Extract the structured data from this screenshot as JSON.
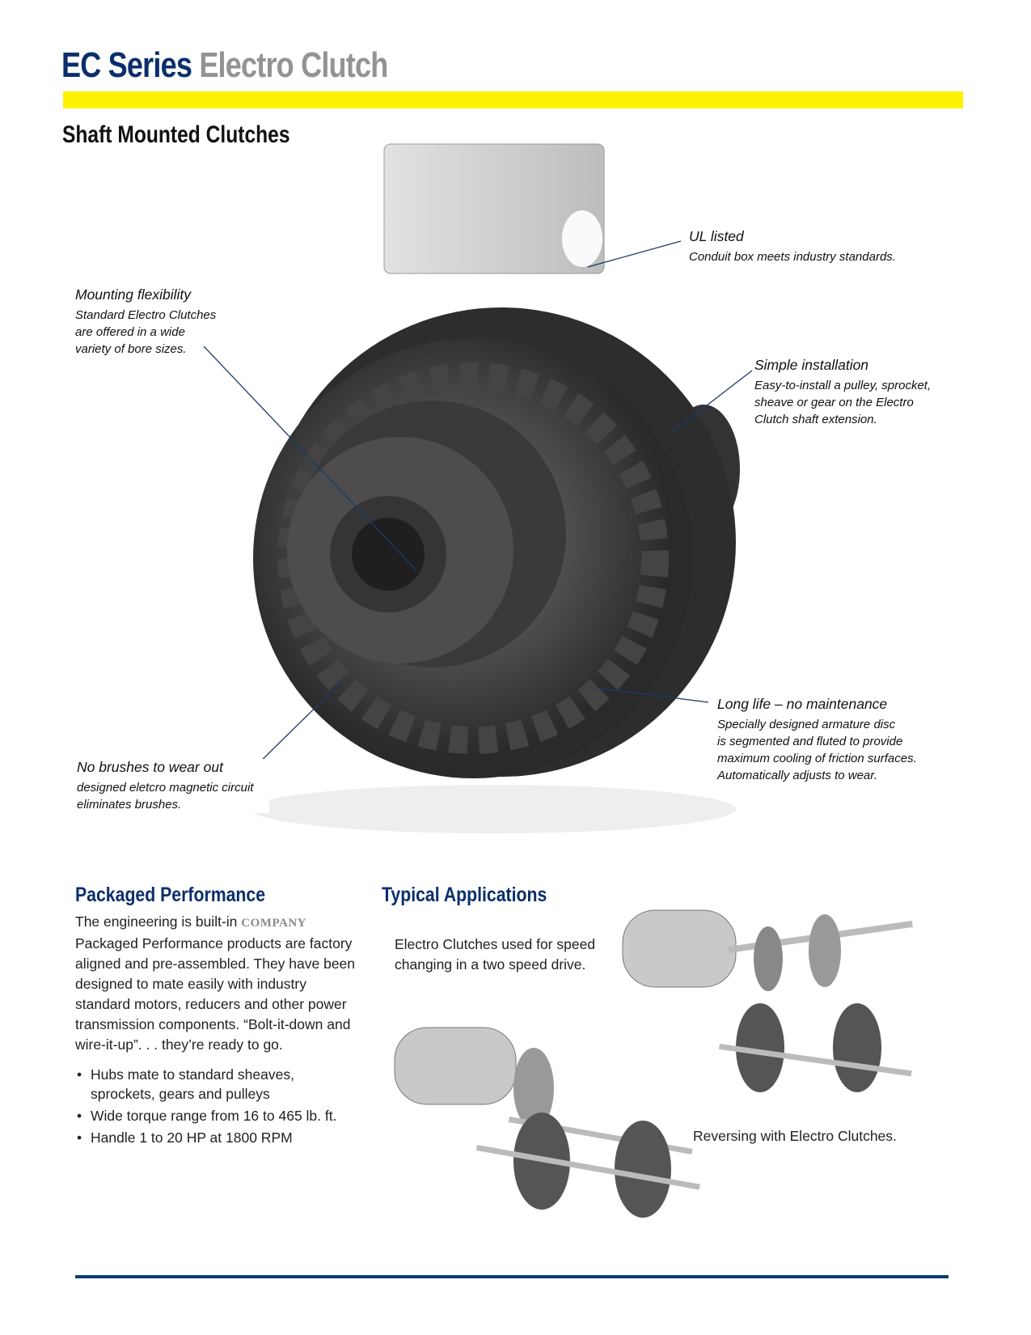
{
  "header": {
    "title_a": "EC Series",
    "title_b": "Electro Clutch",
    "subtitle": "Shaft Mounted Clutches"
  },
  "callouts": {
    "ul": {
      "title": "UL listed",
      "text": "Conduit box meets industry standards."
    },
    "mounting": {
      "title": "Mounting flexibility",
      "lines": [
        "Standard Electro Clutches",
        "are offered in a wide",
        "variety of bore sizes."
      ]
    },
    "install": {
      "title": "Simple installation",
      "lines": [
        "Easy-to-install a pulley, sprocket,",
        "sheave or gear on the Electro",
        "Clutch shaft extension."
      ]
    },
    "longlife": {
      "title": "Long life – no maintenance",
      "lines": [
        "Specially designed armature disc",
        "is segmented and fluted to provide",
        "maximum cooling of friction surfaces.",
        "Automatically adjusts to wear."
      ]
    },
    "brushes": {
      "title": "No brushes to wear out",
      "lines": [
        "designed eletcro magnetic circuit",
        "eliminates brushes."
      ]
    }
  },
  "packaged": {
    "heading": "Packaged Performance",
    "intro": "The engineering is built-in",
    "company": "COMPANY",
    "body": "Packaged Performance products are factory aligned and pre-assembled. They have been designed to mate easily with industry standard motors, reducers and other power transmission components. “Bolt-it-down and wire-it-up”. . . they’re ready to go.",
    "bullets": [
      "Hubs mate to standard sheaves, sprockets, gears and pulleys",
      "Wide torque range from 16 to 465 lb. ft.",
      "Handle 1 to 20 HP at 1800 RPM"
    ]
  },
  "applications": {
    "heading": "Typical Applications",
    "caption1": "Electro Clutches used for speed changing in a two speed drive.",
    "caption2": "Reversing with Electro Clutches."
  }
}
